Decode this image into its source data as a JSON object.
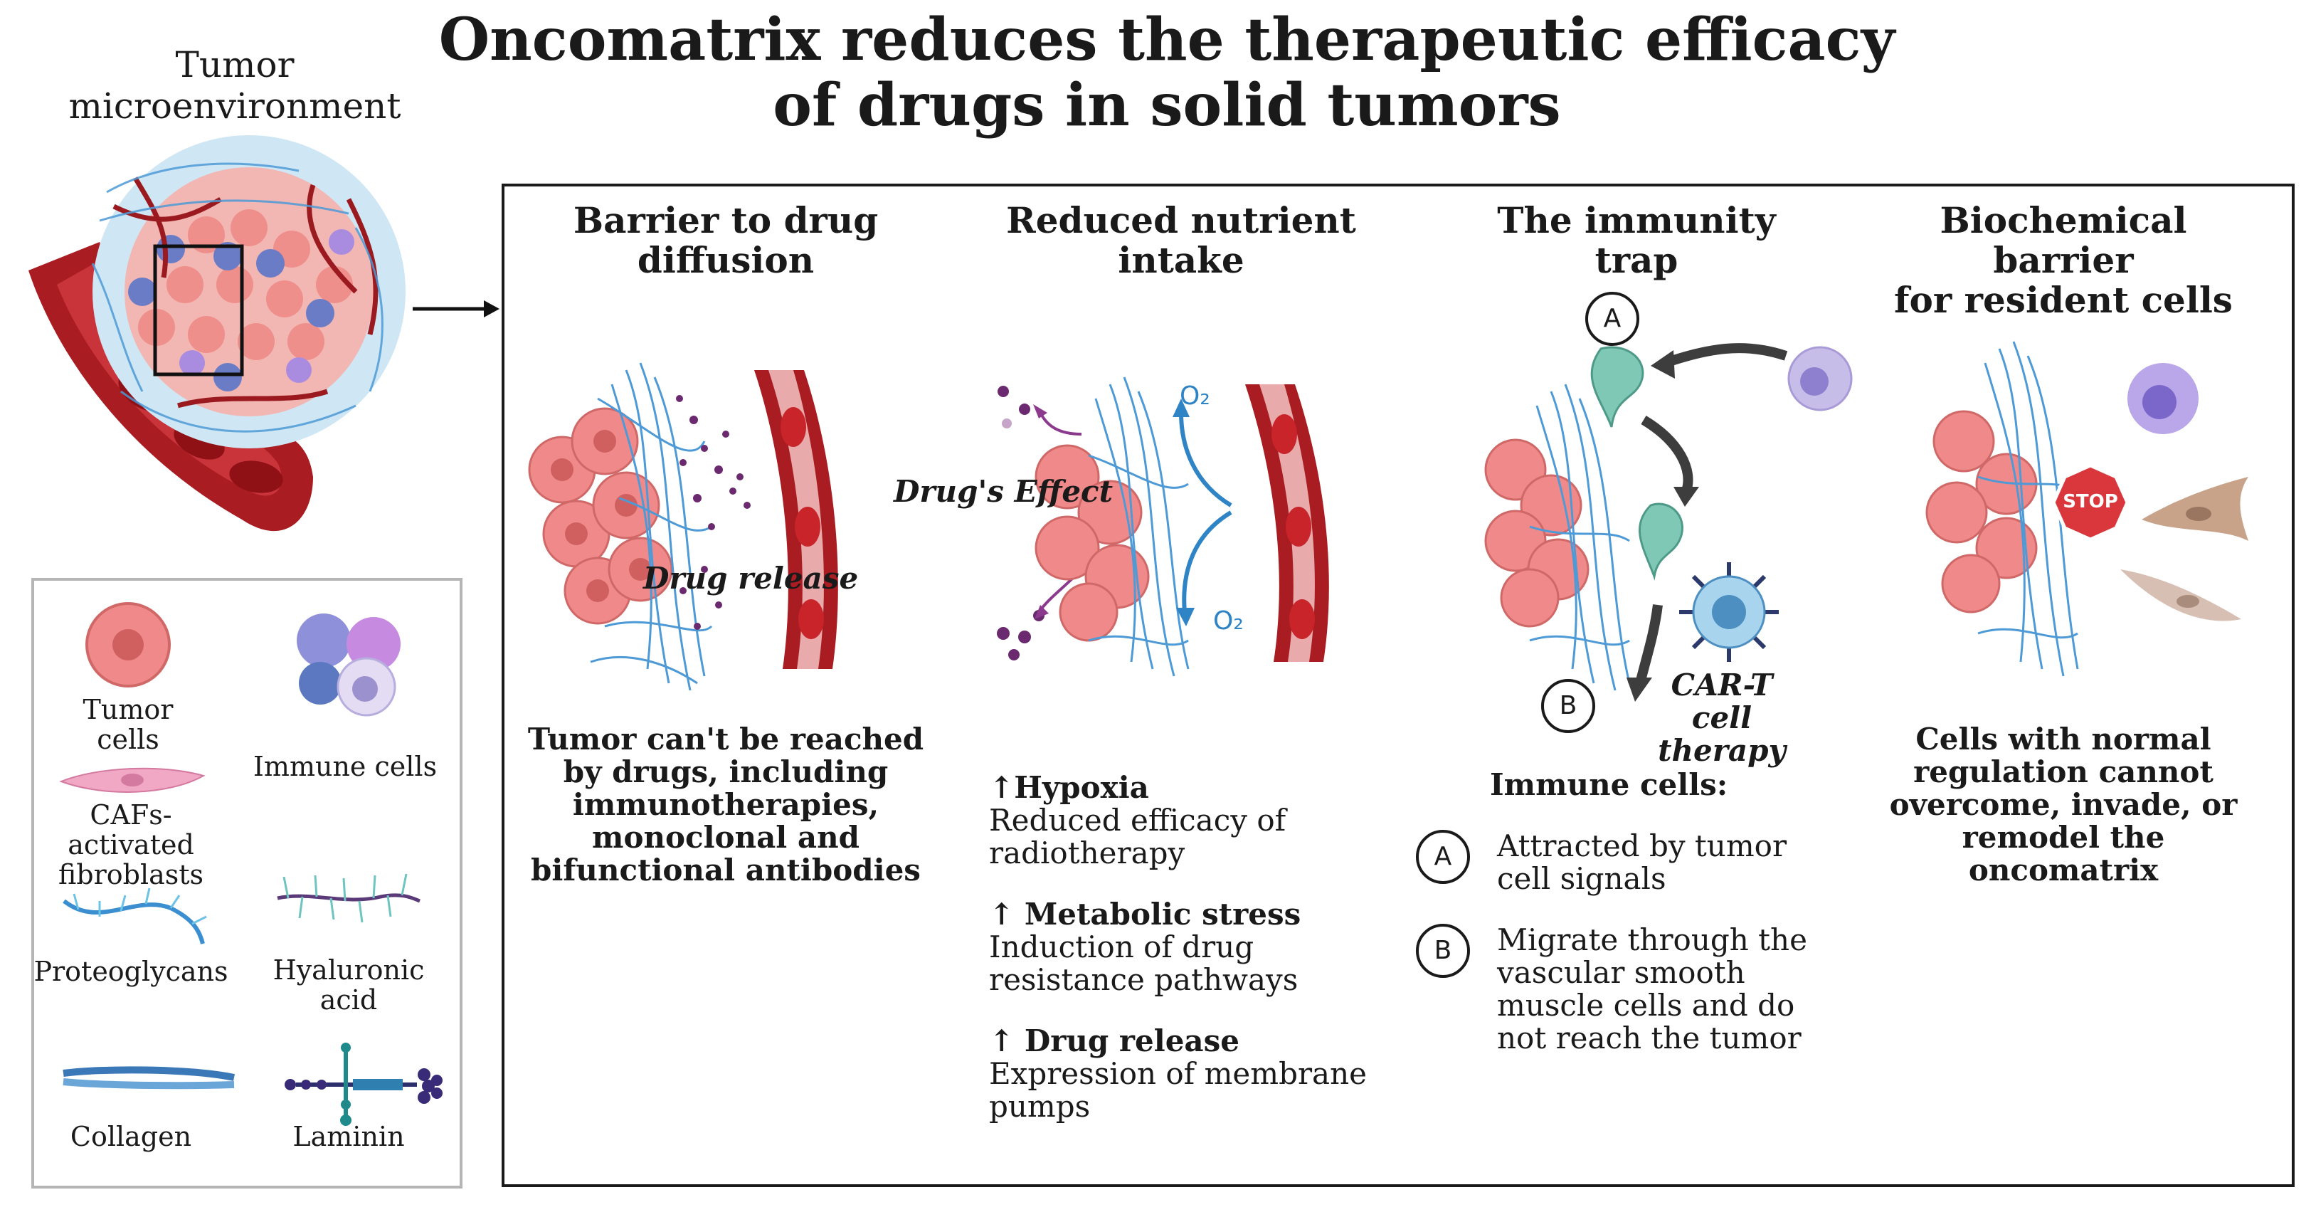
{
  "title": {
    "line1": "Oncomatrix reduces the therapeutic efficacy",
    "line2": "of drugs in solid tumors"
  },
  "tme": {
    "line1": "Tumor",
    "line2": "microenvironment"
  },
  "panels": {
    "diffusion": {
      "title1": "Barrier to drug",
      "title2": "diffusion",
      "drug_release": "Drug release",
      "desc": [
        "Tumor can't be reached",
        "by drugs, including",
        "immunotherapies,",
        "monoclonal and",
        "bifunctional antibodies"
      ]
    },
    "nutrient": {
      "title1": "Reduced nutrient",
      "title2": "intake",
      "drug_effect": "Drug's Effect",
      "o2_top": "O₂",
      "o2_bottom": "O₂",
      "items": [
        {
          "head": "↑Hypoxia",
          "body": [
            "Reduced efficacy of",
            "radiotherapy"
          ]
        },
        {
          "head": "↑ Metabolic stress",
          "body": [
            "Induction of drug",
            "resistance pathways"
          ]
        },
        {
          "head": "↑ Drug release",
          "body": [
            "Expression of membrane",
            "pumps"
          ]
        }
      ]
    },
    "immunity": {
      "title1": "The immunity",
      "title2": "trap",
      "marker_a": "A",
      "marker_b": "B",
      "cart1": "CAR-T cell",
      "cart2": "therapy",
      "list_title": "Immune cells:",
      "items": [
        {
          "marker": "A",
          "lines": [
            "Attracted by tumor",
            "cell signals"
          ]
        },
        {
          "marker": "B",
          "lines": [
            "Migrate through the",
            "vascular smooth",
            "muscle cells and do",
            "not reach the tumor"
          ]
        }
      ]
    },
    "biochemical": {
      "title1": "Biochemical barrier",
      "title2": "for resident cells",
      "stop": "STOP",
      "desc": [
        "Cells with normal",
        "regulation cannot",
        "overcome, invade, or",
        "remodel the oncomatrix"
      ]
    }
  },
  "legend": {
    "tumor1": "Tumor",
    "tumor2": "cells",
    "immune": "Immune cells",
    "caf1": "CAFs-activated",
    "caf2": "fibroblasts",
    "proteoglycans": "Proteoglycans",
    "ha1": "Hyaluronic",
    "ha2": "acid",
    "collagen": "Collagen",
    "laminin": "Laminin"
  },
  "colors": {
    "tumor": "#f08a8a",
    "tumor_dark": "#c75a5a",
    "vessel": "#a81c22",
    "rbc": "#c8242a",
    "matrix": "#4d9ad6",
    "drug": "#6b2a6f",
    "arrow": "#3d3d3d",
    "o2": "#2f84c6",
    "immune_blue": "#5b78c0",
    "immune_purple": "#9d7ed6"
  }
}
